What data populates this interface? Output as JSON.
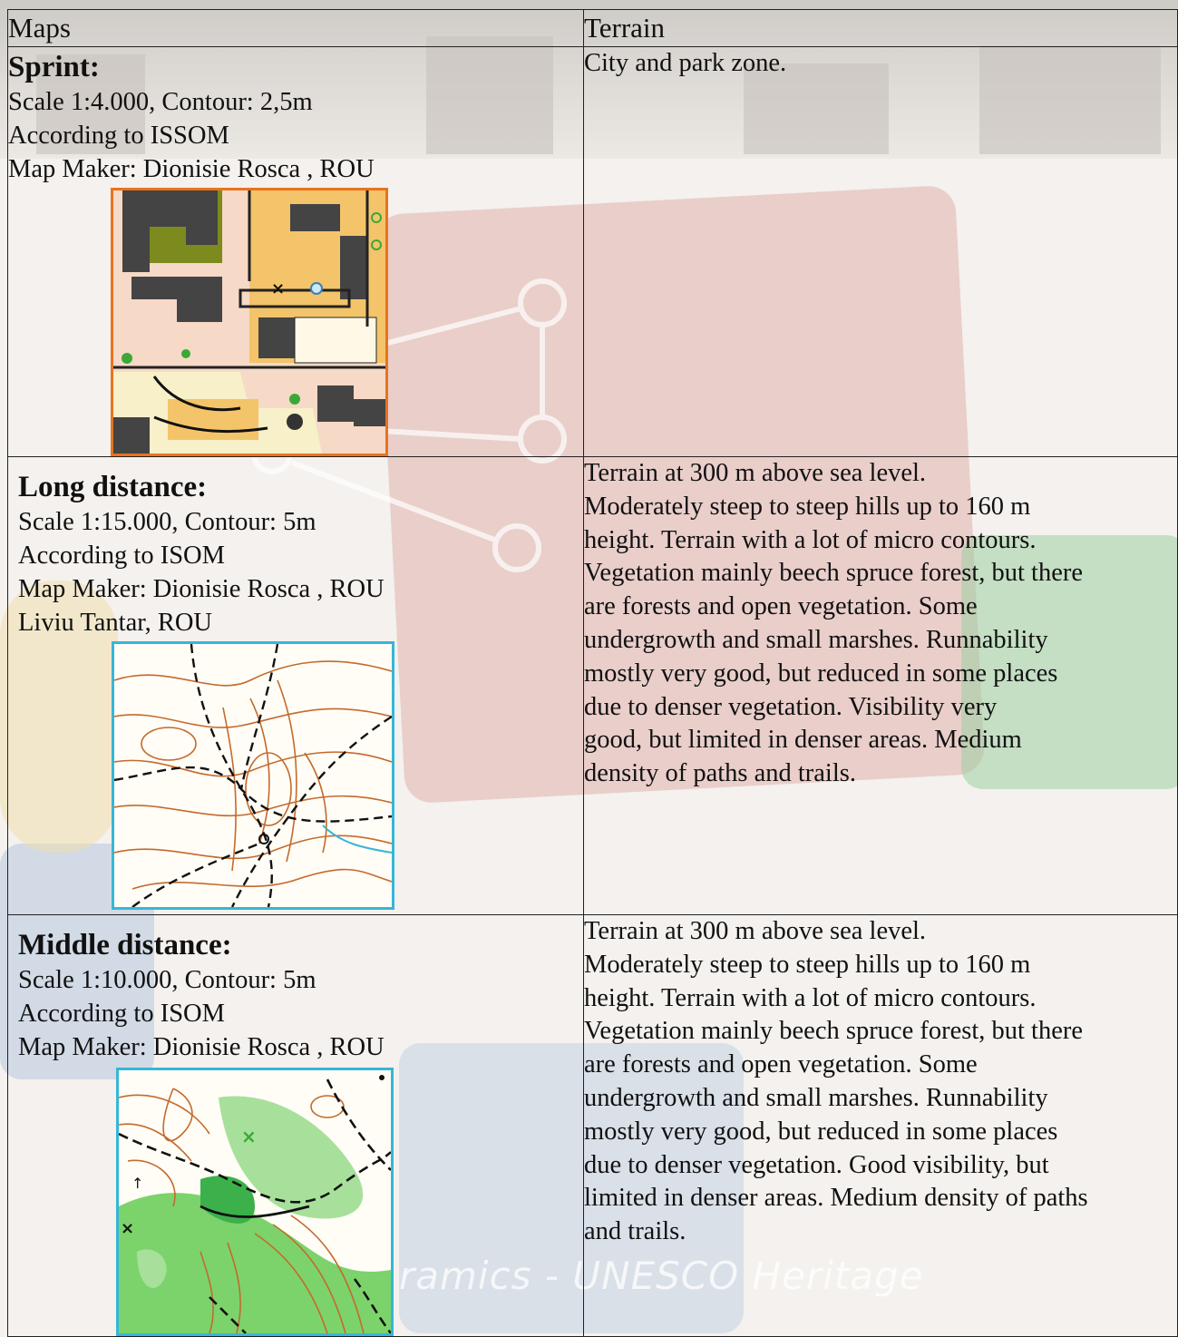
{
  "header": {
    "col_maps": "Maps",
    "col_terrain": "Terrain"
  },
  "rows": [
    {
      "title": "Sprint:",
      "lines": [
        "Scale 1:4.000, Contour: 2,5m",
        "According to ISSOM",
        "Map Maker: Dionisie Rosca , ROU"
      ],
      "terrain": [
        "City and park zone."
      ]
    },
    {
      "title": "Long distance:",
      "lines": [
        "Scale 1:15.000, Contour: 5m",
        "According to ISOM",
        "Map Maker: Dionisie Rosca , ROU",
        "Liviu Tantar, ROU"
      ],
      "terrain": [
        "Terrain at 300 m above sea level.",
        "Moderately steep to steep hills up to 160 m",
        "height. Terrain with a lot of micro contours.",
        "Vegetation mainly beech spruce forest, but there",
        "are forests and open vegetation. Some",
        "undergrowth and small marshes. Runnability",
        "mostly very good, but reduced in some places",
        "due to denser vegetation. Visibility very",
        "good, but limited in denser areas. Medium",
        "density of paths and trails."
      ]
    },
    {
      "title": "Middle distance:",
      "lines": [
        "Scale 1:10.000, Contour: 5m",
        "According to ISOM",
        "Map Maker: Dionisie Rosca , ROU"
      ],
      "terrain": [
        "Terrain at 300 m above sea level.",
        "Moderately steep to steep hills up to 160 m",
        "height. Terrain with a lot of micro contours.",
        "Vegetation mainly beech spruce forest, but there",
        "are forests and open vegetation. Some",
        "undergrowth and small marshes. Runnability",
        "mostly very good, but reduced in some places",
        "due to denser vegetation. Good visibility, but",
        "limited in denser areas. Medium density of paths",
        "and trails."
      ]
    }
  ],
  "watermark": "ramics - UNESCO Heritage",
  "colors": {
    "sprint_border": "#e8731e",
    "forest_border": "#37b6d6",
    "contour": "#c46a2c",
    "green": "#7cd36b"
  }
}
